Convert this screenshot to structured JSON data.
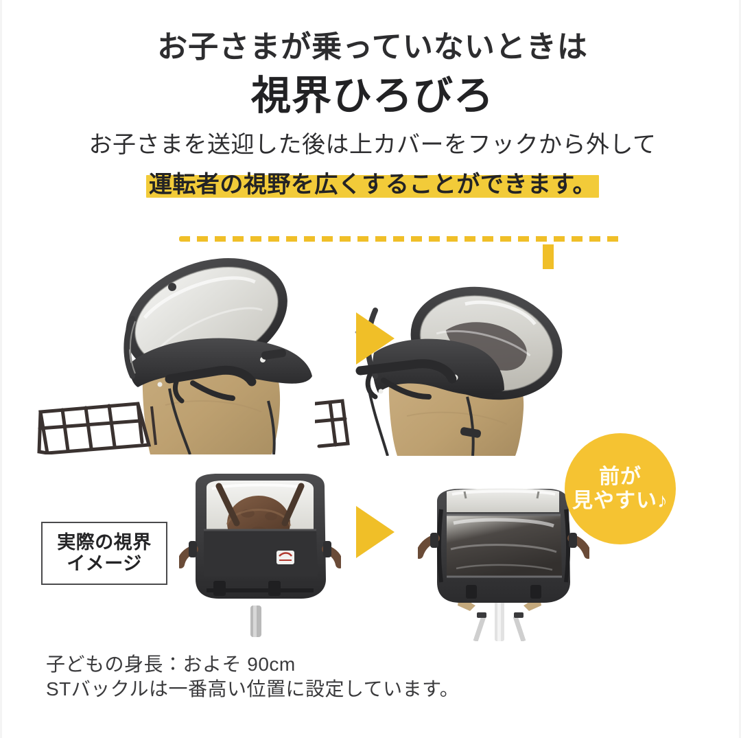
{
  "headline": {
    "line1": "お子さまが乗っていないときは",
    "line2": "視界ひろびろ"
  },
  "subcopy": {
    "line1": "お子さまを送迎した後は上カバーをフックから外して",
    "line2_highlighted": "運転者の視野を広くすることができます。"
  },
  "badge": {
    "line1": "前が",
    "line2": "見やすい♪"
  },
  "box_label": {
    "line1": "実際の視界",
    "line2": "イメージ"
  },
  "footnotes": {
    "line1": "子どもの身長：およそ 90cm",
    "line2": "STバックルは一番高い位置に設定しています。"
  },
  "photos": {
    "top_left": "bicycle-child-seat-raincover-canopy-up",
    "top_right": "bicycle-child-seat-raincover-canopy-folded-down",
    "bottom_left": "rider-view-cover-up-blocking-sight",
    "bottom_right": "rider-view-cover-down-clear-sight"
  },
  "icons": {
    "down_arrow": "arrow-down-icon",
    "triangle_1": "triangle-right-icon",
    "triangle_2": "triangle-right-icon",
    "dashed_guide": "dashed-guideline"
  },
  "colors": {
    "accent_yellow": "#f0bf28",
    "badge_yellow": "#f5c332",
    "highlight_yellow": "#f2cb39",
    "text_dark": "#232325",
    "cover_black": "#3a3a3c",
    "cover_tan": "#c3a778",
    "basket_dark": "#3a3230"
  }
}
